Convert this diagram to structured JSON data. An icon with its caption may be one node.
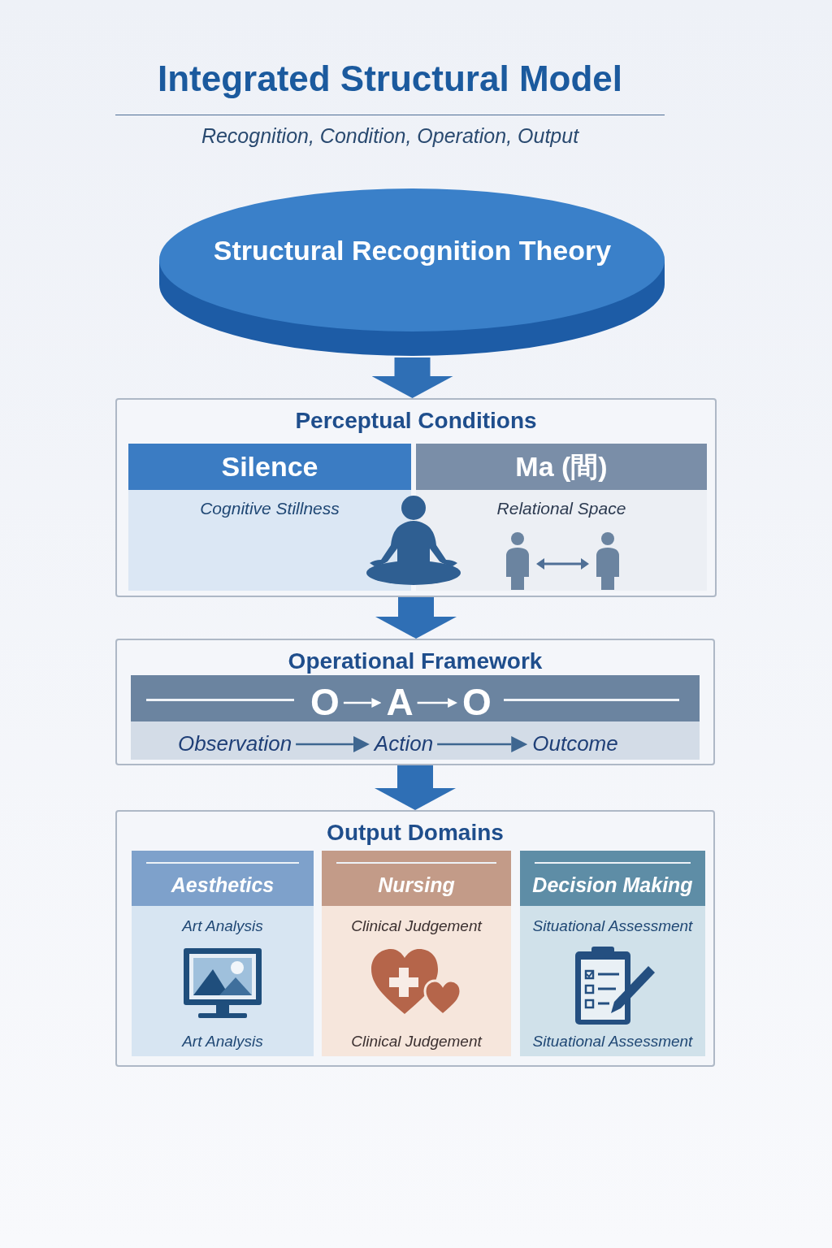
{
  "diagram": {
    "title": "Integrated Structural Model",
    "nodes": [
      {
        "text": [
          "Structural Recognition Theory"
        ]
      },
      {
        "text": [
          "Perceptual Conditions"
        ]
      },
      {
        "text": [
          "Silence",
          "Cognitive Stillness"
        ],
        "in": 1
      },
      {
        "text": [
          "Ma (間)",
          "Relational Space"
        ],
        "in": 1
      },
      {
        "text": [
          "Operational Framework"
        ]
      },
      {
        "text": [
          "O"
        ],
        "in": 4
      },
      {
        "text": [
          "A"
        ],
        "in": 4
      },
      {
        "text": [
          "O"
        ],
        "in": 4
      },
      {
        "text": [
          "Observation"
        ],
        "in": 4
      },
      {
        "text": [
          "Action"
        ],
        "in": 4
      },
      {
        "text": [
          "Outcome"
        ],
        "in": 4
      },
      {
        "text": [
          "Output Domains"
        ]
      },
      {
        "text": [
          "Aesthetics",
          "Art Analysis",
          "Art Analysis"
        ],
        "in": 11
      },
      {
        "text": [
          "Nursing",
          "Clinical Judgement",
          "Clinical Judgement"
        ],
        "in": 11
      },
      {
        "text": [
          "Decision Making",
          "Situational Assessment",
          "Situational Assessment"
        ],
        "in": 11
      }
    ],
    "edges": [
      {
        "from": 0,
        "to": 1,
        "arrow": "to",
        "style": "thick"
      },
      {
        "from": 1,
        "to": 4,
        "arrow": "to",
        "style": "thick"
      },
      {
        "from": 4,
        "to": 11,
        "arrow": "to",
        "style": "thick"
      },
      {
        "from": 5,
        "to": 6,
        "arrow": "to",
        "color": "#ffffff"
      },
      {
        "from": 6,
        "to": 7,
        "arrow": "to",
        "color": "#ffffff"
      },
      {
        "from": 8,
        "to": 9,
        "arrow": "to",
        "color": "#3e6690"
      },
      {
        "from": 9,
        "to": 10,
        "arrow": "to",
        "color": "#3e6690"
      }
    ],
    "labels": [
      "Recognition, Condition, Operation, Output"
    ]
  }
}
